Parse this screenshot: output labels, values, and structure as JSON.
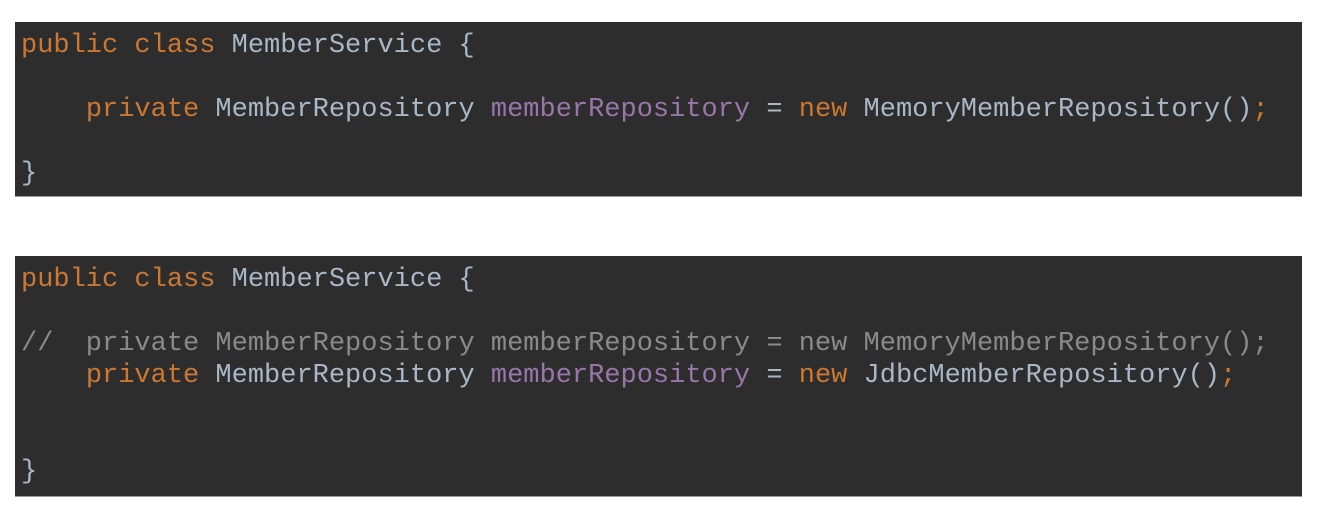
{
  "page": {
    "background_color": "#ffffff"
  },
  "editor": {
    "theme": {
      "name": "darcula",
      "background": "#2d2d2d",
      "keyword_color": "#cc7832",
      "plain_color": "#a9b7c6",
      "field_color": "#9876aa",
      "comment_color": "#8a8a8a"
    },
    "blocks": [
      {
        "name": "member-service-memory-repository-snippet",
        "lines": [
          {
            "tokens": [
              {
                "text": "public class",
                "type": "keyword"
              },
              {
                "text": " MemberService {",
                "type": "plain"
              }
            ]
          },
          {
            "tokens": []
          },
          {
            "tokens": [
              {
                "text": "    ",
                "type": "plain"
              },
              {
                "text": "private",
                "type": "keyword"
              },
              {
                "text": " MemberRepository ",
                "type": "plain"
              },
              {
                "text": "memberRepository",
                "type": "field"
              },
              {
                "text": " = ",
                "type": "plain"
              },
              {
                "text": "new",
                "type": "keyword"
              },
              {
                "text": " MemoryMemberRepository()",
                "type": "plain"
              },
              {
                "text": ";",
                "type": "keyword"
              }
            ]
          },
          {
            "tokens": []
          },
          {
            "tokens": [
              {
                "text": "}",
                "type": "plain"
              }
            ]
          }
        ]
      },
      {
        "name": "member-service-jdbc-repository-snippet",
        "lines": [
          {
            "tokens": [
              {
                "text": "public class",
                "type": "keyword"
              },
              {
                "text": " MemberService {",
                "type": "plain"
              }
            ]
          },
          {
            "tokens": []
          },
          {
            "tokens": [
              {
                "text": "//  private MemberRepository memberRepository = new MemoryMemberRepository();",
                "type": "comment"
              }
            ]
          },
          {
            "tokens": [
              {
                "text": "    ",
                "type": "plain"
              },
              {
                "text": "private",
                "type": "keyword"
              },
              {
                "text": " MemberRepository ",
                "type": "plain"
              },
              {
                "text": "memberRepository",
                "type": "field"
              },
              {
                "text": " = ",
                "type": "plain"
              },
              {
                "text": "new",
                "type": "keyword"
              },
              {
                "text": " JdbcMemberRepository()",
                "type": "plain"
              },
              {
                "text": ";",
                "type": "keyword"
              }
            ]
          },
          {
            "tokens": []
          },
          {
            "tokens": []
          },
          {
            "tokens": [
              {
                "text": "}",
                "type": "plain"
              }
            ]
          }
        ]
      }
    ]
  }
}
